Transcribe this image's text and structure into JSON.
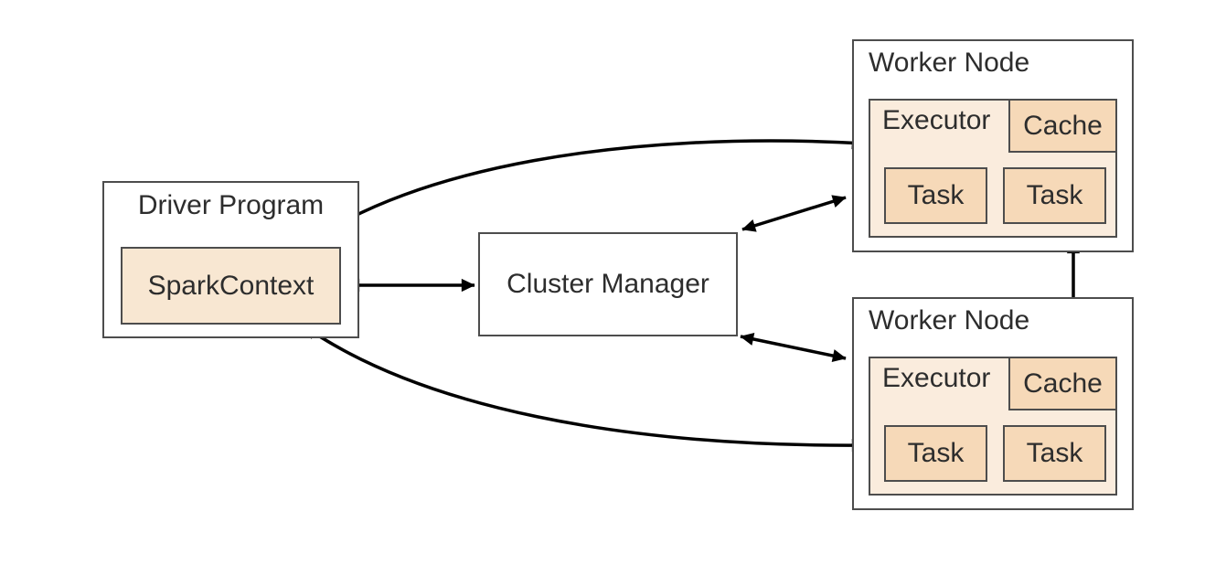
{
  "nodes": {
    "driver_program": {
      "label": "Driver Program"
    },
    "spark_context": {
      "label": "SparkContext"
    },
    "cluster_manager": {
      "label": "Cluster Manager"
    },
    "workers": [
      {
        "label": "Worker Node",
        "executor": {
          "label": "Executor",
          "cache": "Cache",
          "tasks": [
            "Task",
            "Task"
          ]
        }
      },
      {
        "label": "Worker Node",
        "executor": {
          "label": "Executor",
          "cache": "Cache",
          "tasks": [
            "Task",
            "Task"
          ]
        }
      }
    ]
  },
  "edges": [
    {
      "from": "spark-context",
      "to": "cluster-manager",
      "direction": "bidirectional",
      "style": "straight"
    },
    {
      "from": "cluster-manager",
      "to": "worker-node-1",
      "direction": "bidirectional",
      "style": "straight"
    },
    {
      "from": "cluster-manager",
      "to": "worker-node-2",
      "direction": "bidirectional",
      "style": "straight"
    },
    {
      "from": "spark-context",
      "to": "worker-node-1-executor",
      "direction": "bidirectional",
      "style": "curved"
    },
    {
      "from": "spark-context",
      "to": "worker-node-2-executor",
      "direction": "bidirectional",
      "style": "curved"
    },
    {
      "from": "worker-node-1",
      "to": "worker-node-2-cache",
      "direction": "bidirectional",
      "style": "straight"
    }
  ],
  "colors": {
    "background": "#ffffff",
    "box_fill": "#ffffff",
    "box_border": "#4d4d4d",
    "spark_context_fill": "#f8e7d2",
    "executor_fill": "#faecdd",
    "cache_task_fill": "#f6d9b8",
    "arrow": "#000000",
    "text": "#2d2d2d"
  }
}
